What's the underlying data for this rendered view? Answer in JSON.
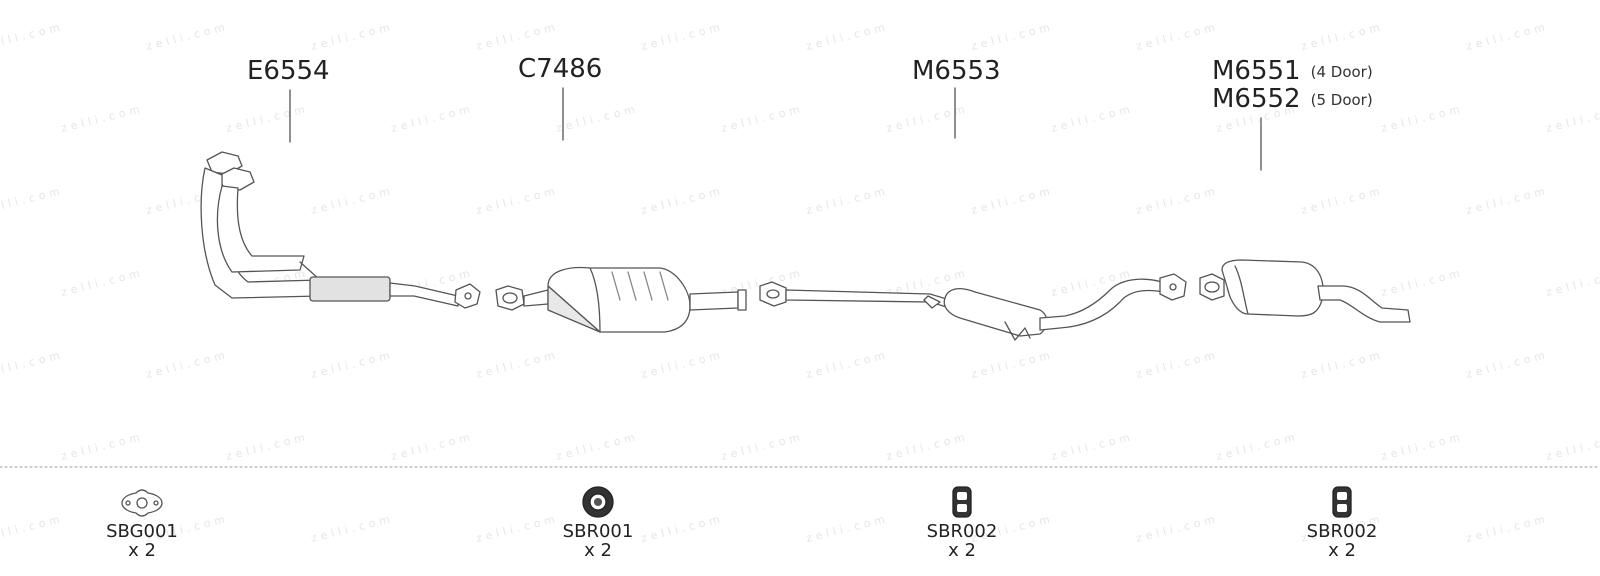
{
  "watermark": "zelli.com",
  "parts": [
    {
      "code": "E6554",
      "note": ""
    },
    {
      "code": "C7486",
      "note": ""
    },
    {
      "code": "M6553",
      "note": ""
    },
    {
      "code": "M6551",
      "note": "(4 Door)"
    },
    {
      "code": "M6552",
      "note": "(5 Door)"
    }
  ],
  "accessories": [
    {
      "code": "SBG001",
      "qty": "x 2",
      "icon": "flange-gasket-icon"
    },
    {
      "code": "SBR001",
      "qty": "x 2",
      "icon": "rubber-ring-icon"
    },
    {
      "code": "SBR002",
      "qty": "x 2",
      "icon": "rubber-hanger-icon"
    },
    {
      "code": "SBR002",
      "qty": "x 2",
      "icon": "rubber-hanger-icon"
    }
  ],
  "colors": {
    "line": "#555555",
    "fill": "#ffffff",
    "shade": "#dcdcdc",
    "watermark": "#e6e6e6"
  }
}
